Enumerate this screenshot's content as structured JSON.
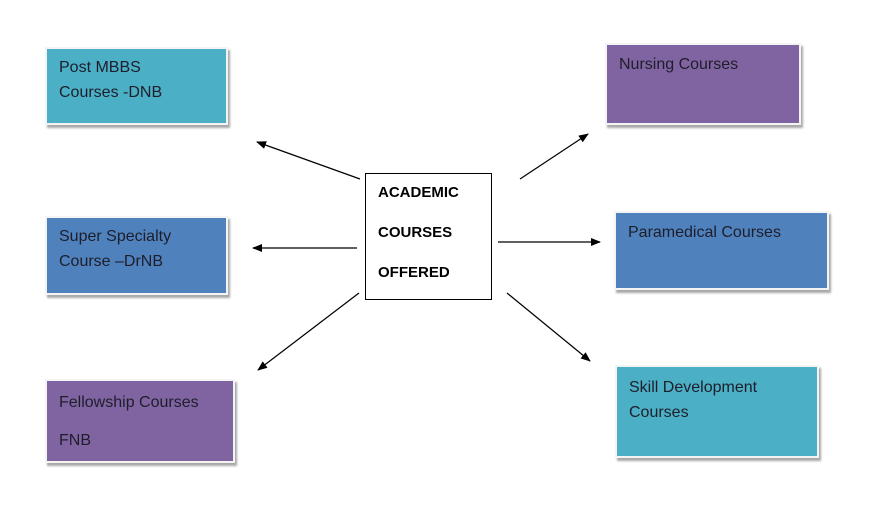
{
  "center": {
    "lines": [
      "ACADEMIC",
      "COURSES",
      "OFFERED"
    ]
  },
  "boxes": {
    "post_mbbs": {
      "lines": [
        "Post MBBS",
        "Courses -DNB"
      ],
      "color": "#4BAFC6"
    },
    "super_specialty": {
      "lines": [
        "Super Specialty",
        "Course –DrNB"
      ],
      "color": "#4F81BD"
    },
    "fellowship": {
      "lines": [
        "Fellowship Courses",
        "FNB"
      ],
      "color": "#8064A2"
    },
    "nursing": {
      "lines": [
        "Nursing Courses"
      ],
      "color": "#8064A2"
    },
    "paramedical": {
      "lines": [
        "Paramedical Courses"
      ],
      "color": "#4F81BD"
    },
    "skill_development": {
      "lines": [
        "Skill Development",
        "Courses"
      ],
      "color": "#4BAFC6"
    }
  }
}
